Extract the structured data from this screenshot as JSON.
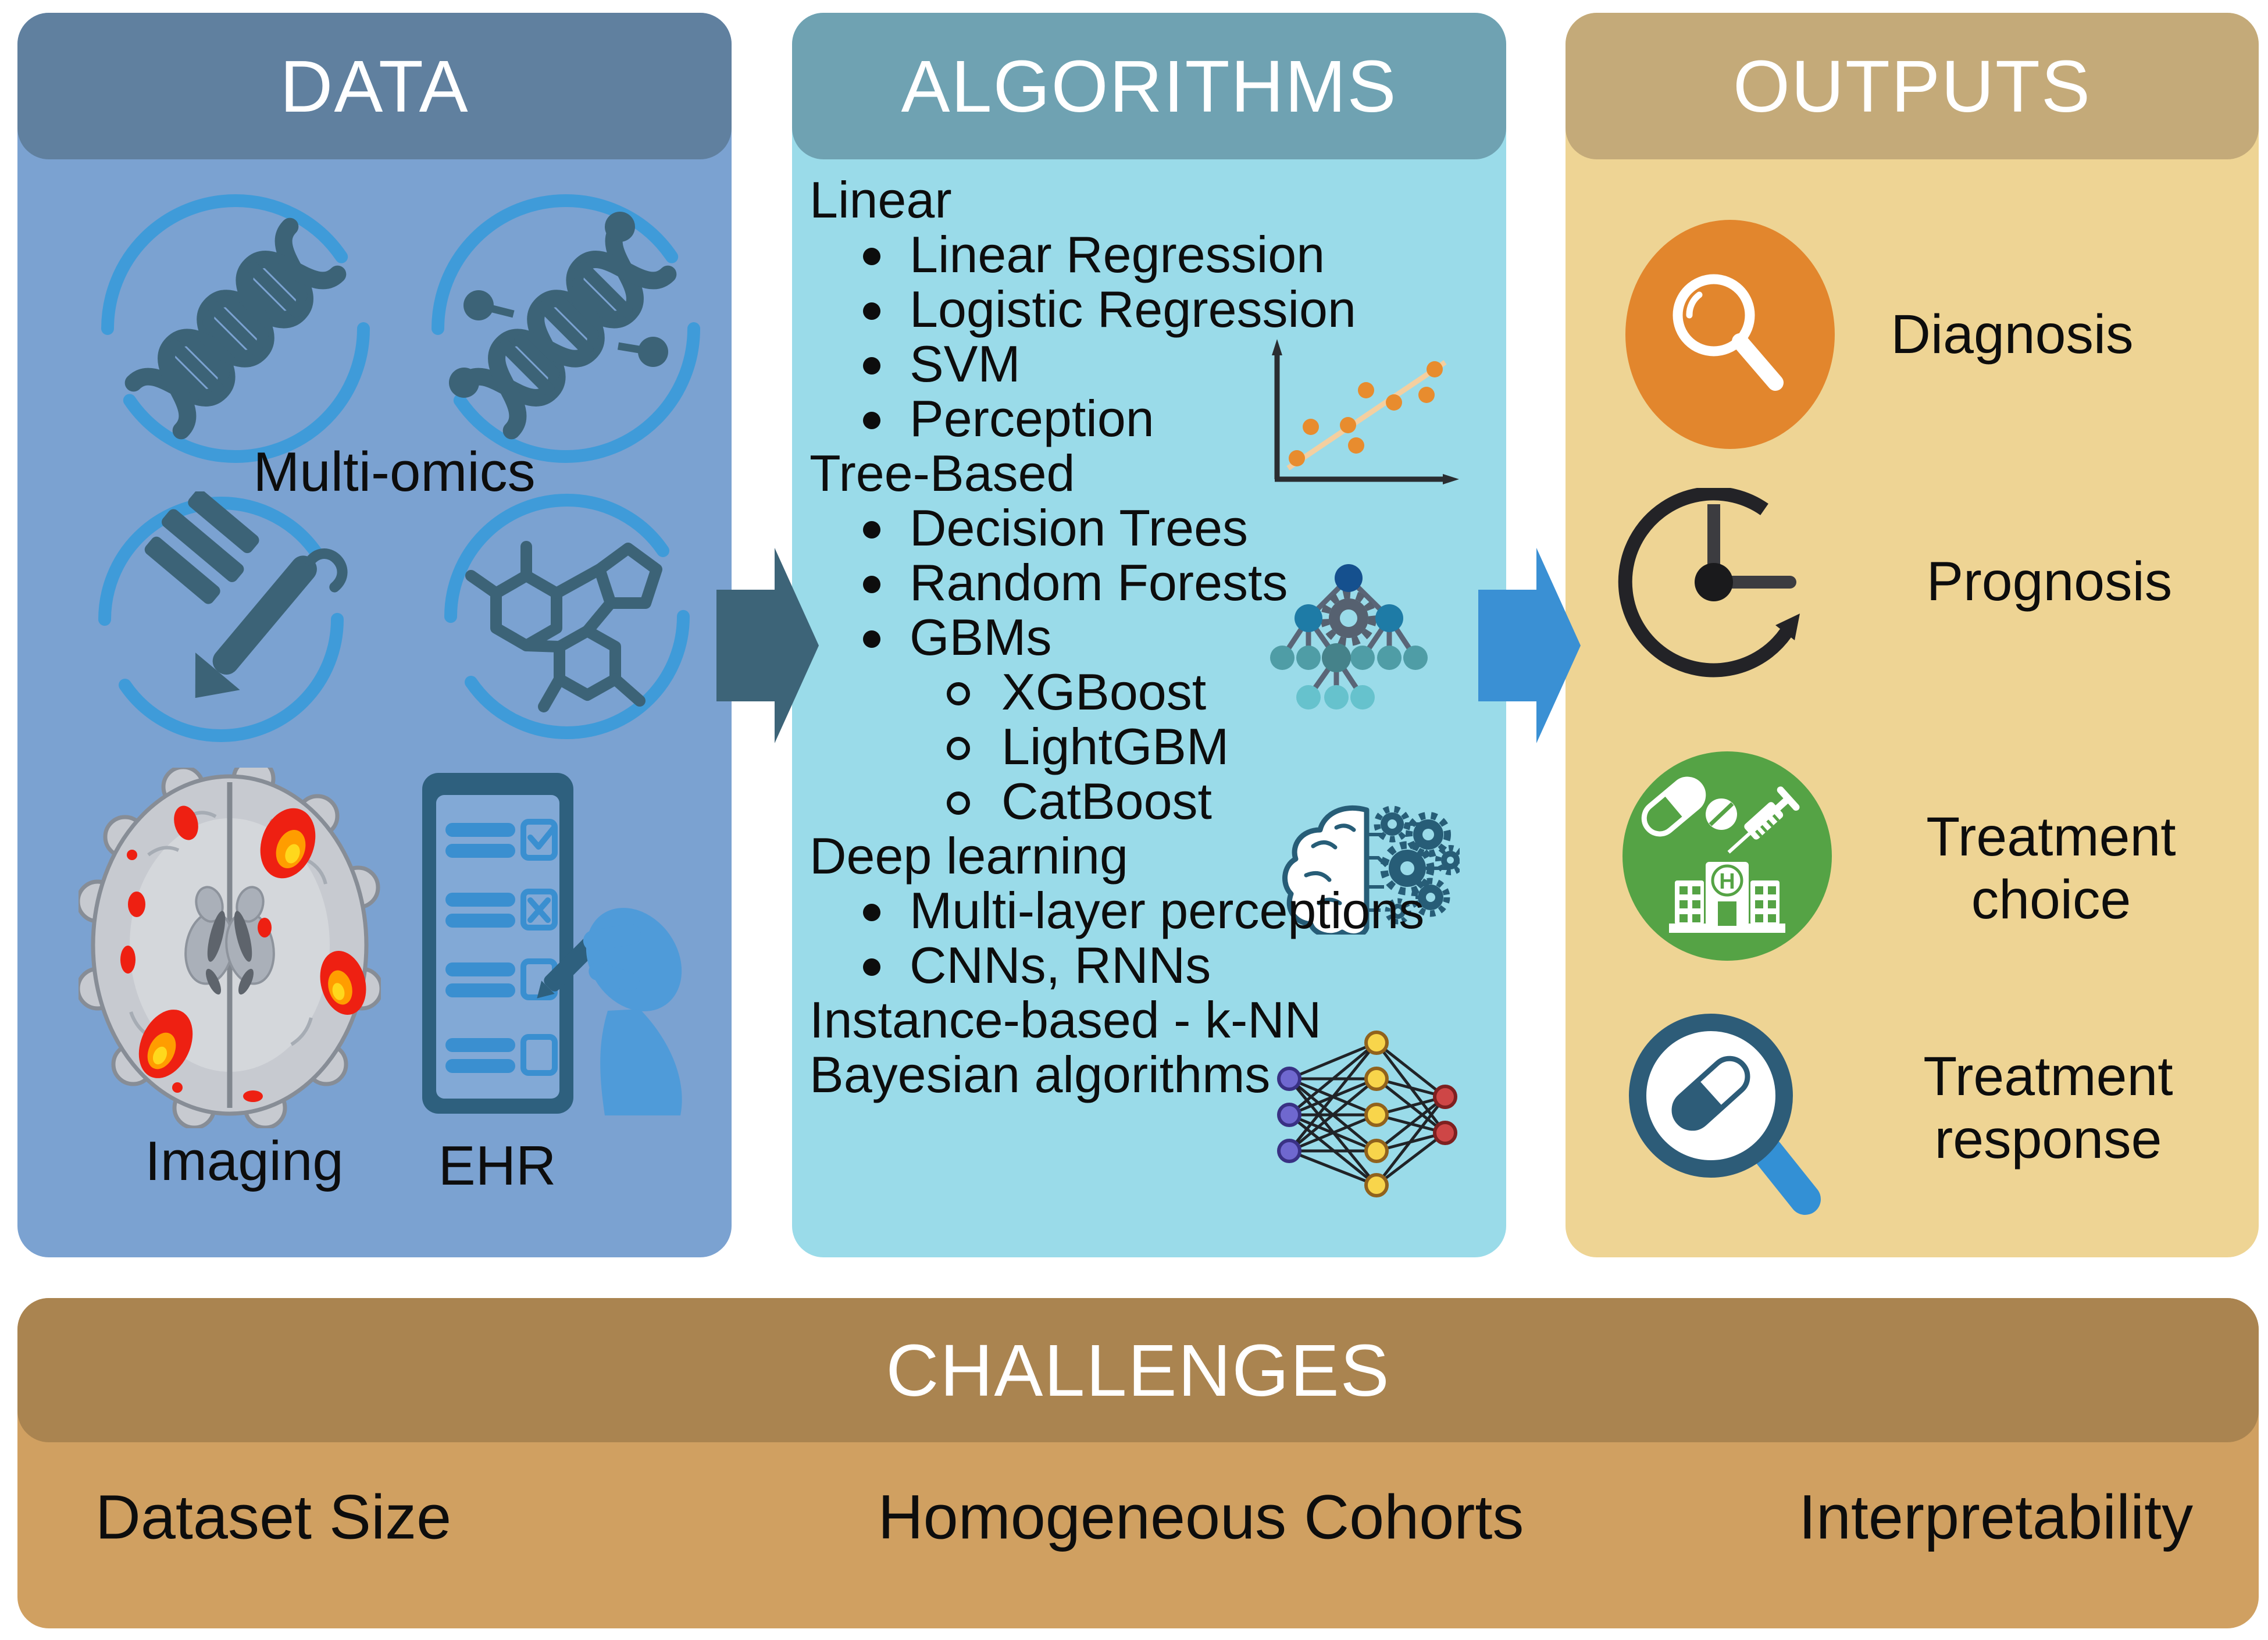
{
  "colors": {
    "data_header": "#60809f",
    "data_body": "#7ba2d1",
    "algorithms_header": "#6fa2b2",
    "algorithms_body": "#9adbe9",
    "outputs_header": "#c4aa79",
    "outputs_body": "#eed494",
    "challenges_header": "#aa8450",
    "challenges_body": "#d0a061",
    "arrow_dark": "#3d6478",
    "arrow_blue": "#3a90d4",
    "icon_dark_blue": "#3c6377",
    "icon_ring_blue": "#3f9bd9",
    "diagnosis_orange": "#e2862d",
    "treatment_green": "#55a345",
    "response_ring_blue": "#2d5c78",
    "magnifier_handle_blue": "#3390d5",
    "scatter_dot_orange": "#e88c2e"
  },
  "panels": {
    "data": {
      "title": "DATA",
      "labels": {
        "multiomics": "Multi-omics",
        "imaging": "Imaging",
        "ehr": "EHR"
      }
    },
    "algorithms": {
      "title": "ALGORITHMS",
      "list": [
        {
          "level": 0,
          "text": "Linear"
        },
        {
          "level": 1,
          "text": "Linear Regression"
        },
        {
          "level": 1,
          "text": "Logistic Regression"
        },
        {
          "level": 1,
          "text": "SVM"
        },
        {
          "level": 1,
          "text": "Perception"
        },
        {
          "level": 0,
          "text": "Tree-Based"
        },
        {
          "level": 1,
          "text": "Decision Trees"
        },
        {
          "level": 1,
          "text": "Random Forests"
        },
        {
          "level": 1,
          "text": "GBMs"
        },
        {
          "level": 2,
          "text": "XGBoost"
        },
        {
          "level": 2,
          "text": "LightGBM"
        },
        {
          "level": 2,
          "text": "CatBoost"
        },
        {
          "level": 0,
          "text": "Deep learning"
        },
        {
          "level": 1,
          "text": "Multi-layer perceptions"
        },
        {
          "level": 1,
          "text": "CNNs, RNNs"
        },
        {
          "level": 0,
          "text": "Instance-based - k-NN"
        },
        {
          "level": 0,
          "text": "Bayesian algorithms"
        }
      ]
    },
    "outputs": {
      "title": "OUTPUTS",
      "items": [
        {
          "label": "Diagnosis",
          "icon": "magnifier-icon"
        },
        {
          "label": "Prognosis",
          "icon": "clock-arrow-icon"
        },
        {
          "label": "Treatment choice",
          "icon": "hospital-medication-icon"
        },
        {
          "label": "Treatment response",
          "icon": "pill-magnifier-icon"
        }
      ]
    },
    "challenges": {
      "title": "CHALLENGES",
      "items": [
        {
          "label": "Dataset Size"
        },
        {
          "label": "Homogeneous Cohorts"
        },
        {
          "label": "Interpretability"
        }
      ]
    }
  },
  "icons": {
    "hospital_letter": "H"
  }
}
